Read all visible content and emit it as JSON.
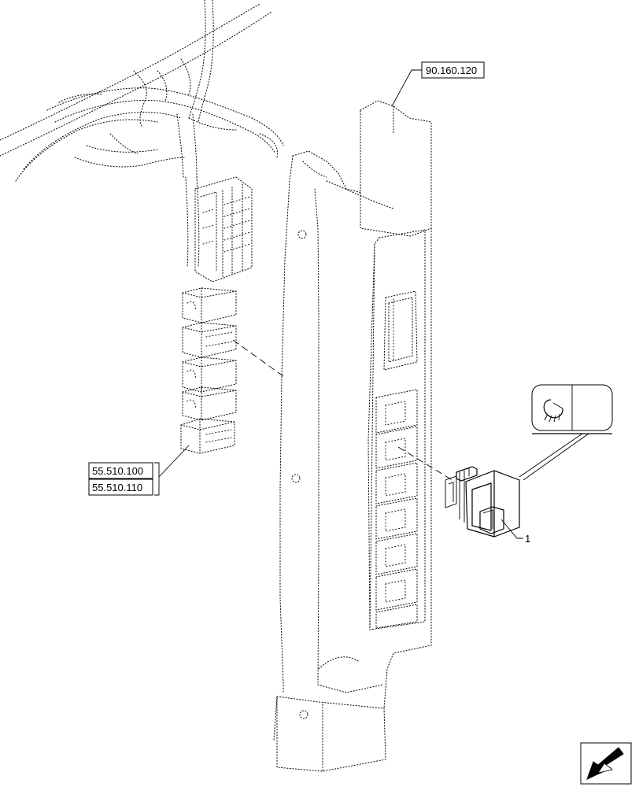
{
  "references": {
    "upper": "90.160.120",
    "harness_a": "55.510.100",
    "harness_b": "55.510.110"
  },
  "callouts": {
    "item_1": "1"
  },
  "icons": {
    "symbol": "work-light-icon",
    "navigation": "navigation-arrow-icon"
  }
}
